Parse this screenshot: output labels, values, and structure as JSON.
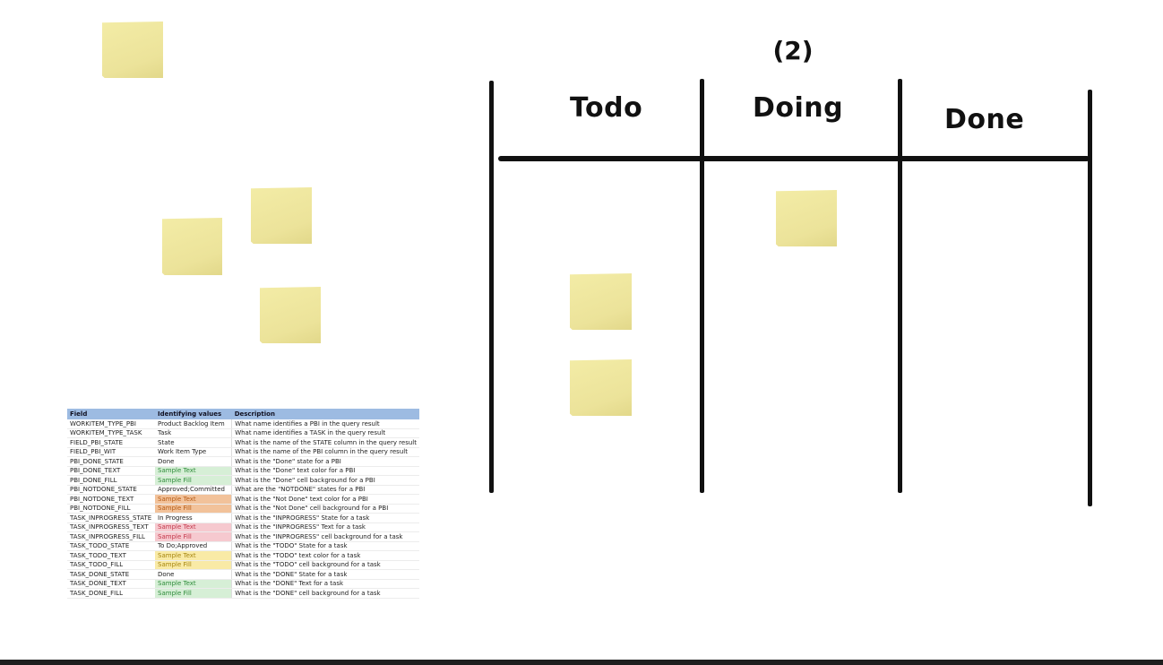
{
  "board": {
    "title": "(2)",
    "columns": [
      "Todo",
      "Doing",
      "Done"
    ]
  },
  "sticky_note_color": "#ece39a",
  "legend_table": {
    "headers": [
      "Field",
      "Identifying values",
      "Description"
    ],
    "rows": [
      {
        "field": "WORKITEM_TYPE_PBI",
        "value": "Product Backlog Item",
        "description": "What name identifies a PBI in the query result",
        "fill": "",
        "text_color": ""
      },
      {
        "field": "WORKITEM_TYPE_TASK",
        "value": "Task",
        "description": "What name identifies a TASK in the query result",
        "fill": "",
        "text_color": ""
      },
      {
        "field": "FIELD_PBI_STATE",
        "value": "State",
        "description": "What is the name of the STATE column in the query result",
        "fill": "",
        "text_color": ""
      },
      {
        "field": "FIELD_PBI_WIT",
        "value": "Work Item Type",
        "description": "What is the name of the PBI column in the query result",
        "fill": "",
        "text_color": ""
      },
      {
        "field": "PBI_DONE_STATE",
        "value": "Done",
        "description": "What is the \"Done\" state for a PBI",
        "fill": "",
        "text_color": ""
      },
      {
        "field": "PBI_DONE_TEXT",
        "value": "Sample Text",
        "description": "What is the \"Done\" text color for a PBI",
        "fill": "#d6efd6",
        "text_color": "#2e8b3a"
      },
      {
        "field": "PBI_DONE_FILL",
        "value": "Sample Fill",
        "description": "What is the \"Done\" cell background for a PBI",
        "fill": "#d6efd6",
        "text_color": "#2e8b3a"
      },
      {
        "field": "PBI_NOTDONE_STATE",
        "value": "Approved;Committed",
        "description": "What are the \"NOTDONE\" states for a PBI",
        "fill": "",
        "text_color": ""
      },
      {
        "field": "PBI_NOTDONE_TEXT",
        "value": "Sample Text",
        "description": "What is the \"Not Done\" text color for a PBI",
        "fill": "#f2c29a",
        "text_color": "#b55a14"
      },
      {
        "field": "PBI_NOTDONE_FILL",
        "value": "Sample Fill",
        "description": "What is the \"Not Done\" cell background for a PBI",
        "fill": "#f2c29a",
        "text_color": "#b55a14"
      },
      {
        "field": "TASK_INPROGRESS_STATE",
        "value": "In Progress",
        "description": "What is the \"INPROGRESS\" State for a task",
        "fill": "",
        "text_color": ""
      },
      {
        "field": "TASK_INPROGRESS_TEXT",
        "value": "Sample Text",
        "description": "What is the \"INPROGRESS\" Text for a task",
        "fill": "#f6c9cf",
        "text_color": "#c2384b"
      },
      {
        "field": "TASK_INPROGRESS_FILL",
        "value": "Sample Fill",
        "description": "What is the \"INPROGRESS\" cell background for a task",
        "fill": "#f6c9cf",
        "text_color": "#c2384b"
      },
      {
        "field": "TASK_TODO_STATE",
        "value": "To Do;Approved",
        "description": "What is the \"TODO\" State for a task",
        "fill": "",
        "text_color": ""
      },
      {
        "field": "TASK_TODO_TEXT",
        "value": "Sample Text",
        "description": "What is the \"TODO\" text color for a task",
        "fill": "#f9eaa6",
        "text_color": "#a6850f"
      },
      {
        "field": "TASK_TODO_FILL",
        "value": "Sample Fill",
        "description": "What is the \"TODO\" cell background for a task",
        "fill": "#f9eaa6",
        "text_color": "#a6850f"
      },
      {
        "field": "TASK_DONE_STATE",
        "value": "Done",
        "description": "What is the \"DONE\" State for a task",
        "fill": "",
        "text_color": ""
      },
      {
        "field": "TASK_DONE_TEXT",
        "value": "Sample Text",
        "description": "What is the \"DONE\" Text for a task",
        "fill": "#d6efd6",
        "text_color": "#2e8b3a"
      },
      {
        "field": "TASK_DONE_FILL",
        "value": "Sample Fill",
        "description": "What is the \"DONE\" cell background for a task",
        "fill": "#d6efd6",
        "text_color": "#2e8b3a"
      }
    ]
  }
}
